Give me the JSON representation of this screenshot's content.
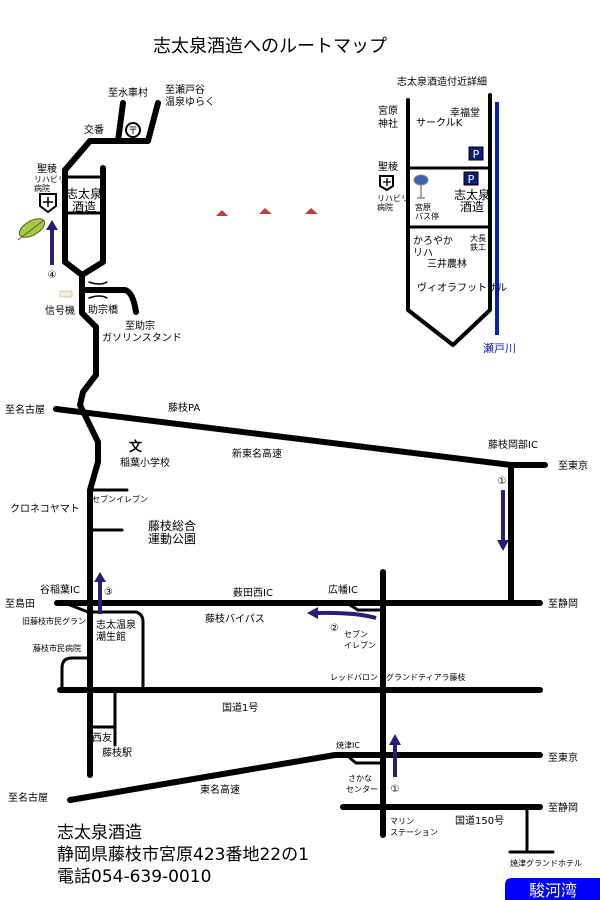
{
  "title": "志太泉酒造へのルートマップ",
  "colors": {
    "route_arrow": "#2e1a78",
    "river": "#0a1fb0",
    "bay": "#0000ff",
    "parking": "#0b1f7a"
  },
  "north": {
    "to_mizuguruma": "至水車村",
    "to_setoya_1": "至瀬戸谷",
    "to_setoya_2": "温泉ゆらく",
    "koban": "交番",
    "post_icon": "〒",
    "hospital_1": "聖稜",
    "hospital_2": "リハビリ",
    "hospital_3": "病院",
    "brewery_1": "志太泉",
    "brewery_2": "酒造",
    "step4": "④",
    "signal": "信号機",
    "bridge": "助宗橋",
    "gas_1": "至助宗",
    "gas_2": "ガソリンスタンド"
  },
  "detail": {
    "title": "志太泉酒造付近詳細",
    "shrine_1": "宮原",
    "shrine_2": "神社",
    "kofukudo": "幸福堂",
    "circle_k": "サークルK",
    "parking": "P",
    "hospital_1": "聖稜",
    "hospital_2": "リハビリ",
    "hospital_3": "病院",
    "bus_1": "宮原",
    "bus_2": "バス停",
    "brewery_1": "志太泉",
    "brewery_2": "酒造",
    "karoyaka_1": "かろやか",
    "karoyaka_2": "リハ",
    "ohnaga_1": "大長",
    "ohnaga_2": "鉄工",
    "mitsui": "三井農林",
    "viola": "ヴィオラフットサル",
    "river": "瀬戸川"
  },
  "middle": {
    "to_nagoya": "至名古屋",
    "fujieda_pa": "藤枝PA",
    "school_icon": "文",
    "school": "稲葉小学校",
    "shin_tomei": "新東名高速",
    "okabe_ic": "藤枝岡部IC",
    "to_tokyo": "至東京",
    "step1": "①",
    "seven": "セブンイレブン",
    "kuroneko": "クロネコヤマト",
    "park_1": "藤枝総合",
    "park_2": "運動公園"
  },
  "south": {
    "inaba_ic": "谷稲葉IC",
    "step3": "③",
    "to_shimada": "至島田",
    "old_ground": "旧藤枝市民グランド",
    "onsen_1": "志太温泉",
    "onsen_2": "潮生館",
    "hospital": "藤枝市民病院",
    "yabuta_ic": "薮田西IC",
    "bypass": "藤枝バイパス",
    "hirohata_ic": "広幡IC",
    "to_shizuoka": "至静岡",
    "step2": "②",
    "seven_1": "セブン",
    "seven_2": "イレブン",
    "red_baron": "レッドバロン",
    "grand_tiara": "グランドティアラ藤枝",
    "route1": "国道1号",
    "seiyu": "西友",
    "station": "藤枝駅",
    "yaizu_ic": "焼津IC",
    "to_tokyo": "至東京",
    "to_nagoya": "至名古屋",
    "tomei": "東名高速",
    "sakana_1": "さかな",
    "sakana_2": "センター",
    "step1": "①",
    "to_shizuoka2": "至静岡",
    "marine_1": "マリン",
    "marine_2": "ステーション",
    "route150": "国道150号",
    "grand_hotel": "焼津グランドホテル",
    "bay": "駿河湾"
  },
  "address": {
    "name": "志太泉酒造",
    "line": "静岡県藤枝市宮原423番地22の1",
    "phone": "電話054-639-0010"
  }
}
